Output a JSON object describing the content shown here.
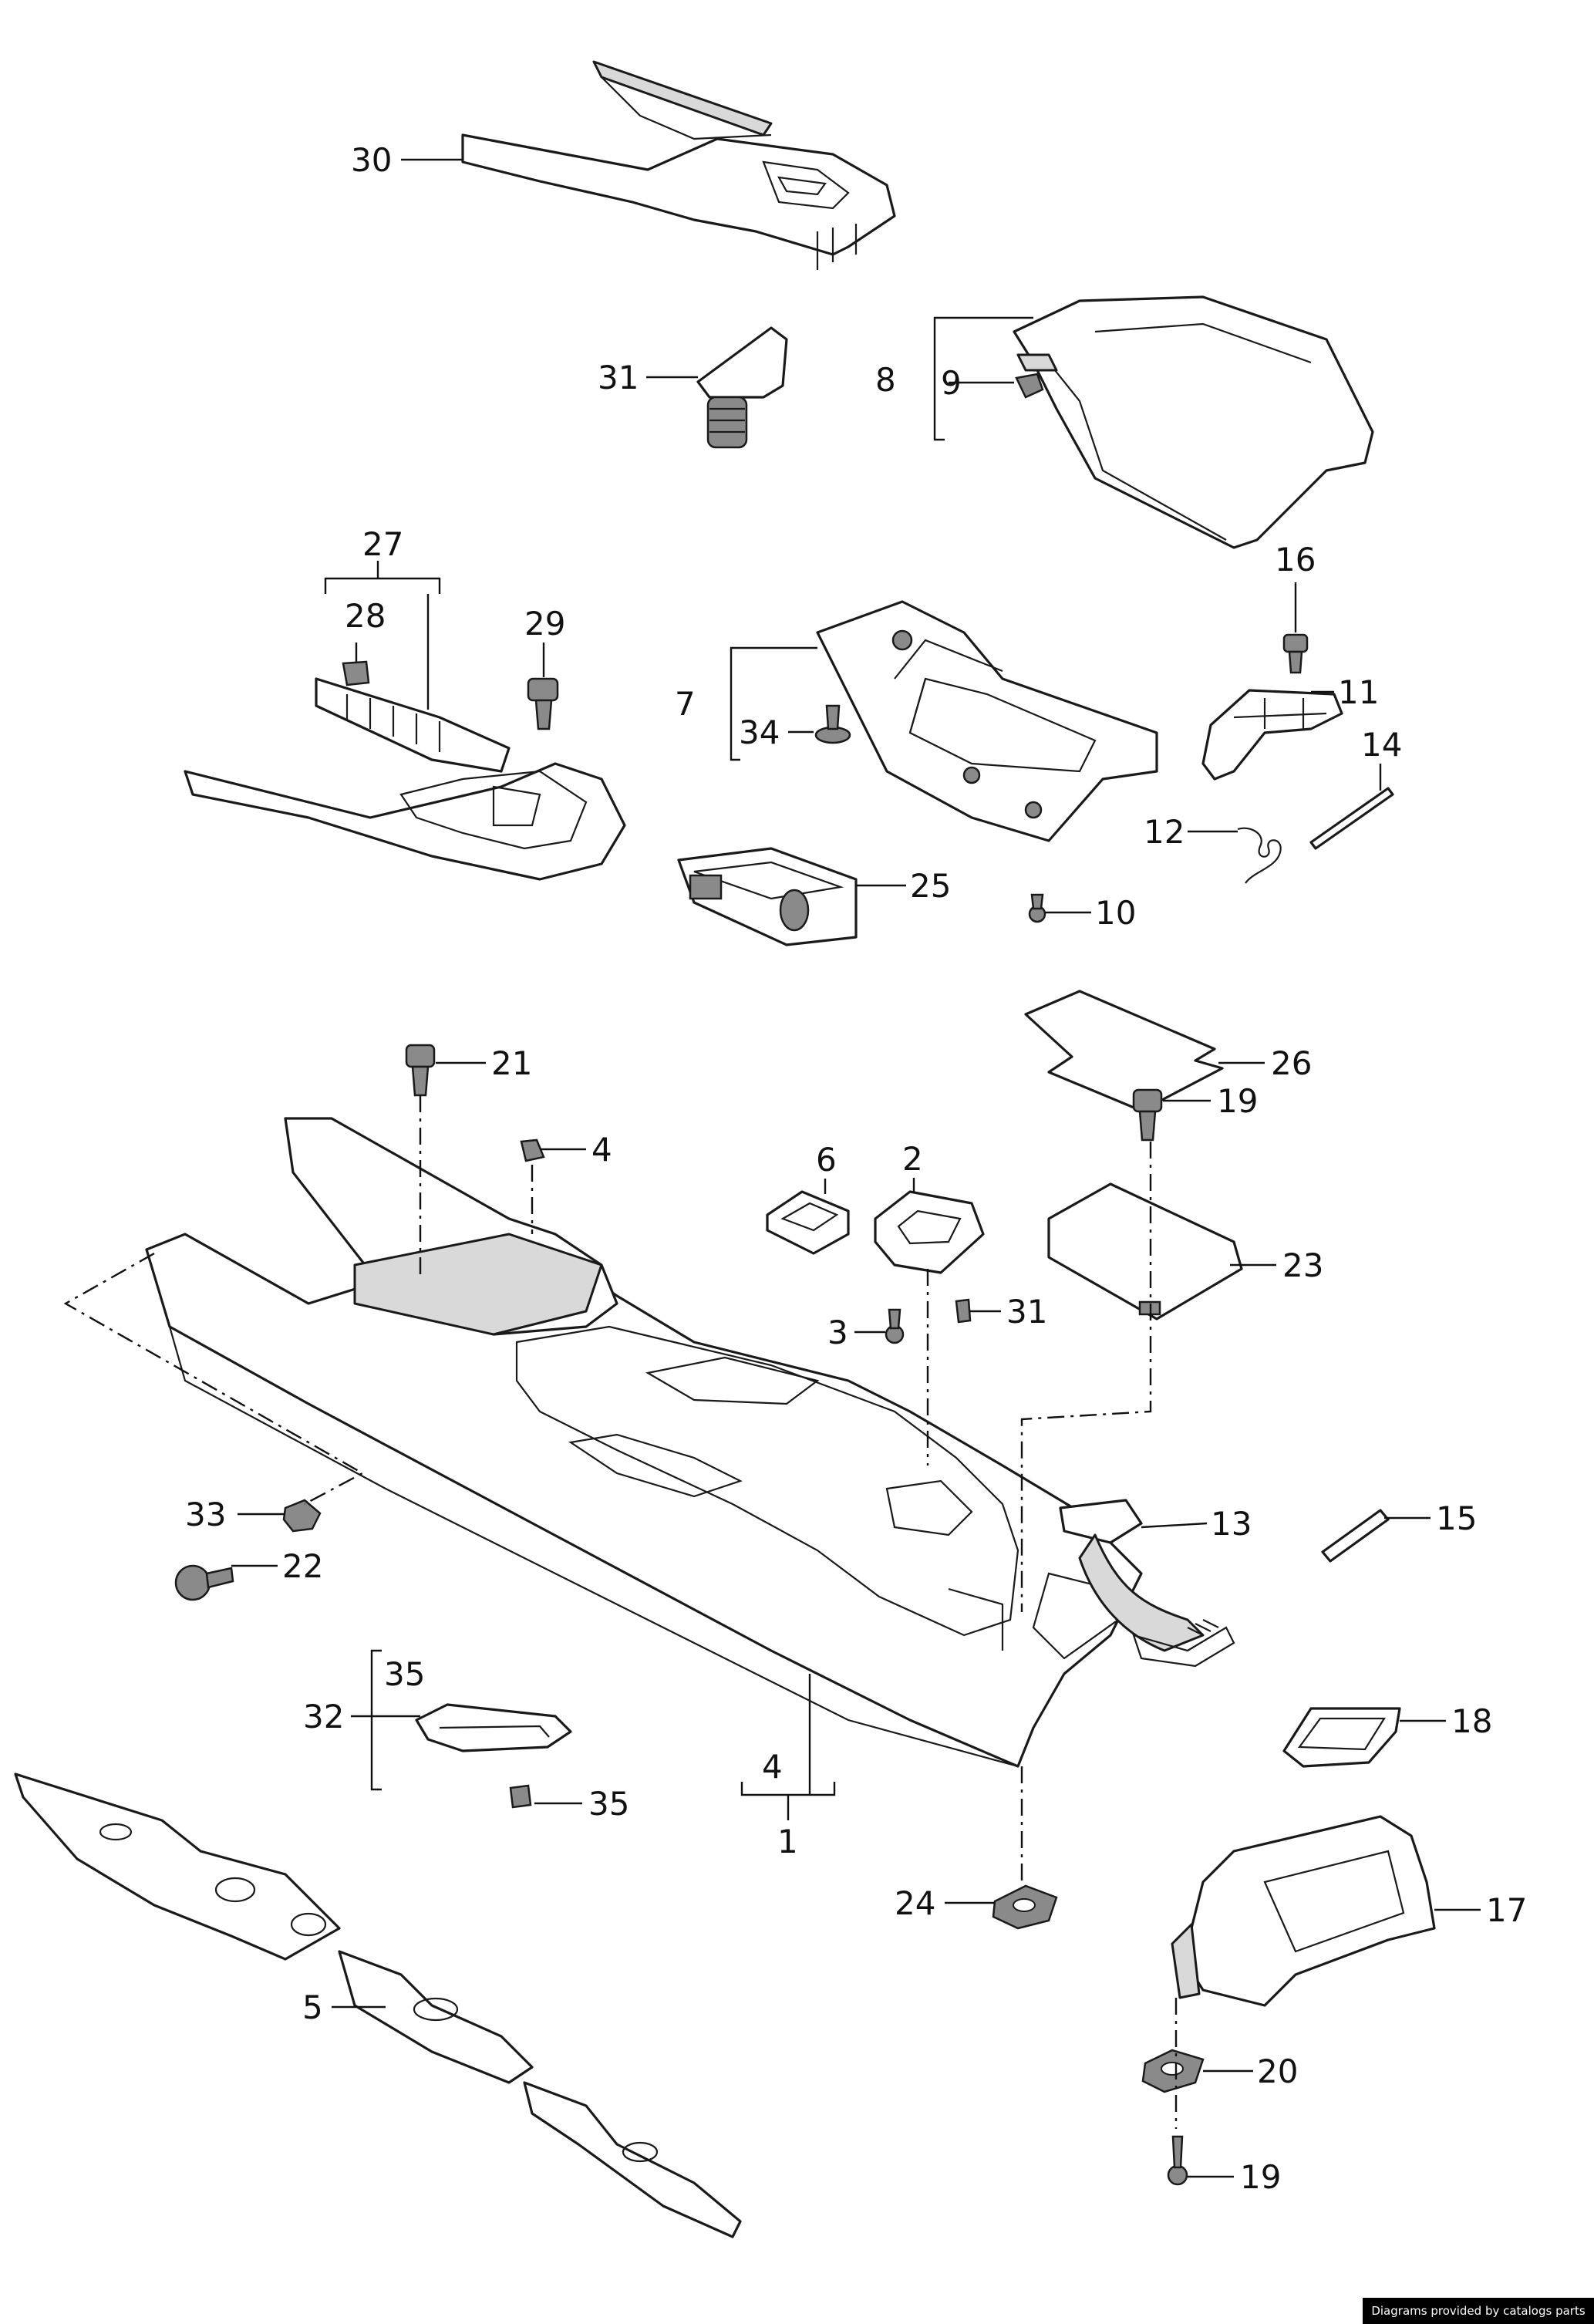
{
  "diagram": {
    "callouts": [
      {
        "id": "c30",
        "text": "30"
      },
      {
        "id": "c31a",
        "text": "31"
      },
      {
        "id": "c8",
        "text": "8"
      },
      {
        "id": "c9",
        "text": "9"
      },
      {
        "id": "c27",
        "text": "27"
      },
      {
        "id": "c28",
        "text": "28"
      },
      {
        "id": "c29",
        "text": "29"
      },
      {
        "id": "c7",
        "text": "7"
      },
      {
        "id": "c34",
        "text": "34"
      },
      {
        "id": "c16",
        "text": "16"
      },
      {
        "id": "c11",
        "text": "11"
      },
      {
        "id": "c14",
        "text": "14"
      },
      {
        "id": "c12",
        "text": "12"
      },
      {
        "id": "c25",
        "text": "25"
      },
      {
        "id": "c10",
        "text": "10"
      },
      {
        "id": "c26",
        "text": "26"
      },
      {
        "id": "c21",
        "text": "21"
      },
      {
        "id": "c4a",
        "text": "4"
      },
      {
        "id": "c6",
        "text": "6"
      },
      {
        "id": "c2",
        "text": "2"
      },
      {
        "id": "c19a",
        "text": "19"
      },
      {
        "id": "c23",
        "text": "23"
      },
      {
        "id": "c3",
        "text": "3"
      },
      {
        "id": "c31b",
        "text": "31"
      },
      {
        "id": "c13",
        "text": "13"
      },
      {
        "id": "c15",
        "text": "15"
      },
      {
        "id": "c33",
        "text": "33"
      },
      {
        "id": "c22",
        "text": "22"
      },
      {
        "id": "c35a",
        "text": "35"
      },
      {
        "id": "c32",
        "text": "32"
      },
      {
        "id": "c35b",
        "text": "35"
      },
      {
        "id": "c4b",
        "text": "4"
      },
      {
        "id": "c1",
        "text": "1"
      },
      {
        "id": "c18",
        "text": "18"
      },
      {
        "id": "c24",
        "text": "24"
      },
      {
        "id": "c17",
        "text": "17"
      },
      {
        "id": "c5",
        "text": "5"
      },
      {
        "id": "c20",
        "text": "20"
      },
      {
        "id": "c19b",
        "text": "19"
      }
    ]
  },
  "footer": {
    "credit": "Diagrams provided by catalogs parts"
  }
}
